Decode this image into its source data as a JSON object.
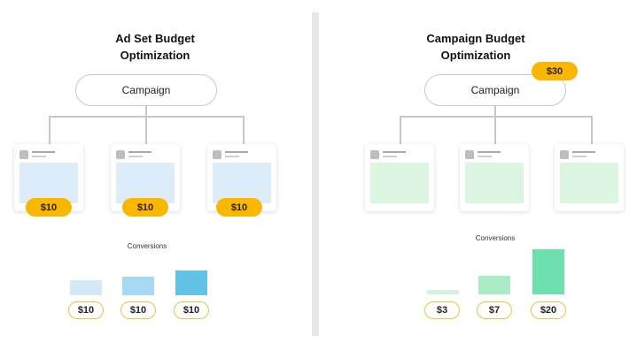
{
  "left": {
    "title_line1": "Ad Set Budget",
    "title_line2": "Optimization",
    "campaign_label": "Campaign",
    "adsets": [
      {
        "budget": "$10"
      },
      {
        "budget": "$10"
      },
      {
        "budget": "$10"
      }
    ],
    "conversions_label": "Conversions",
    "conversion_bars": [
      {
        "label": "$10",
        "color": "#d2e9f7"
      },
      {
        "label": "$10",
        "color": "#a6daf4"
      },
      {
        "label": "$10",
        "color": "#63c1e8"
      }
    ]
  },
  "right": {
    "title_line1": "Campaign Budget",
    "title_line2": "Optimization",
    "campaign_label": "Campaign",
    "campaign_budget": "$30",
    "adsets": [
      {},
      {},
      {}
    ],
    "conversions_label": "Conversions",
    "conversion_bars": [
      {
        "label": "$3",
        "color": "#d4f2dc"
      },
      {
        "label": "$7",
        "color": "#a9ecc5"
      },
      {
        "label": "$20",
        "color": "#6ee0ae"
      }
    ]
  },
  "colors": {
    "accent_yellow": "#f9b700",
    "outline_yellow": "#f0c23a",
    "divider": "#e6e6e6"
  }
}
